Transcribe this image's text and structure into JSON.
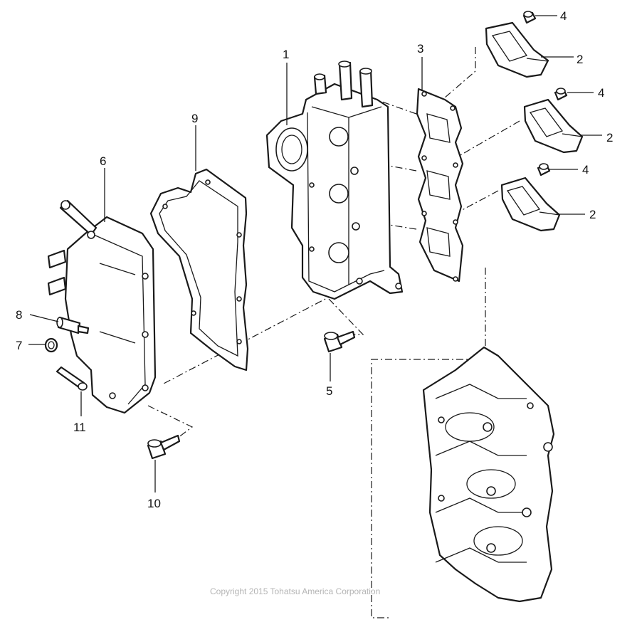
{
  "labels": {
    "p1": "1",
    "p2a": "2",
    "p2b": "2",
    "p2c": "2",
    "p3": "3",
    "p4a": "4",
    "p4b": "4",
    "p4c": "4",
    "p5": "5",
    "p6": "6",
    "p7": "7",
    "p8": "8",
    "p9": "9",
    "p10": "10",
    "p11": "11"
  },
  "copyright": "Copyright 2015 Tohatsu America Corporation"
}
